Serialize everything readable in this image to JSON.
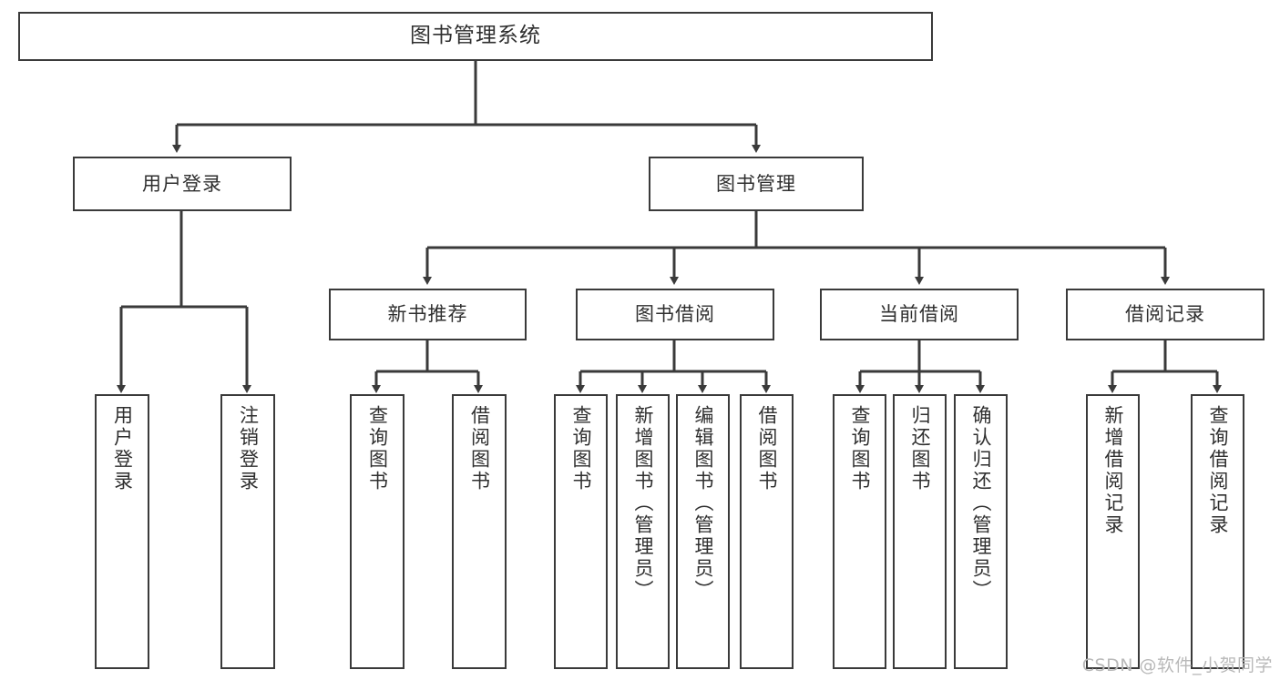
{
  "diagram": {
    "title": "图书管理系统",
    "type": "tree-hierarchy-diagram",
    "colors": {
      "box_border": "#3a3a3a",
      "box_fill": "#ffffff",
      "text": "#2f2f2f",
      "connector": "#3a3a3a",
      "watermark": "#b9b9b9",
      "background": "#ffffff"
    },
    "root": {
      "label": "图书管理系统"
    },
    "level2": [
      {
        "label": "用户登录"
      },
      {
        "label": "图书管理"
      }
    ],
    "level3": [
      {
        "label": "新书推荐"
      },
      {
        "label": "图书借阅"
      },
      {
        "label": "当前借阅"
      },
      {
        "label": "借阅记录"
      }
    ],
    "leaves": {
      "user_login": [
        {
          "label": "用户登录"
        },
        {
          "label": "注销登录"
        }
      ],
      "new_book_recommend": [
        {
          "label": "查询图书"
        },
        {
          "label": "借阅图书"
        }
      ],
      "book_borrow": [
        {
          "label": "查询图书"
        },
        {
          "label": "新增图书（管理员）"
        },
        {
          "label": "编辑图书（管理员）"
        },
        {
          "label": "借阅图书"
        }
      ],
      "current_borrow": [
        {
          "label": "查询图书"
        },
        {
          "label": "归还图书"
        },
        {
          "label": "确认归还（管理员）"
        }
      ],
      "borrow_record": [
        {
          "label": "新增借阅记录"
        },
        {
          "label": "查询借阅记录"
        }
      ]
    }
  },
  "watermark": {
    "text": "CSDN @软件_小贺同学"
  }
}
